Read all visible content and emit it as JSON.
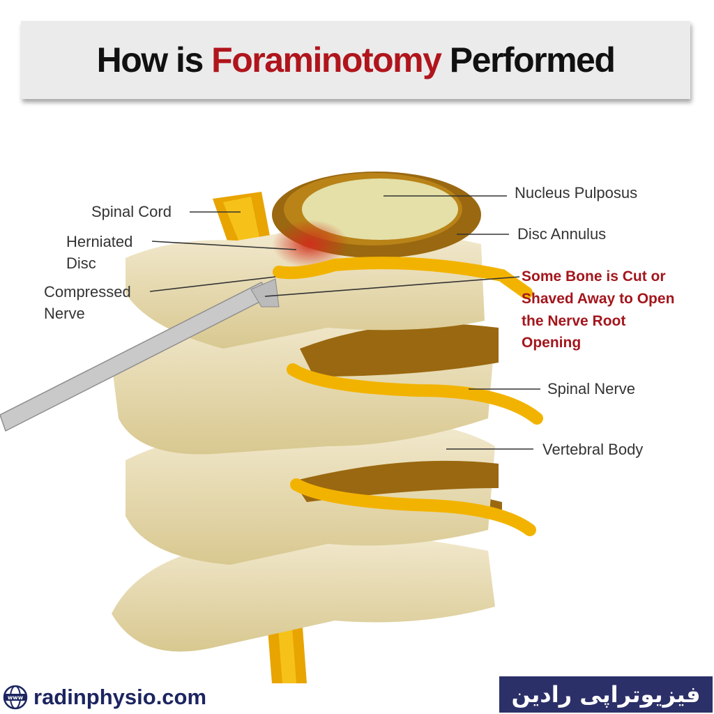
{
  "title": {
    "prefix": "How is ",
    "highlight": "Foraminotomy",
    "suffix": " Performed"
  },
  "labels": {
    "spinal_cord": "Spinal Cord",
    "herniated_disc_1": "Herniated",
    "herniated_disc_2": "Disc",
    "compressed_nerve_1": "Compressed",
    "compressed_nerve_2": "Nerve",
    "nucleus_pulposus": "Nucleus Pulposus",
    "disc_annulus": "Disc Annulus",
    "bone_cut_1": "Some Bone is Cut or",
    "bone_cut_2": "Shaved Away to Open",
    "bone_cut_3": "the Nerve Root",
    "bone_cut_4": "Opening",
    "spinal_nerve": "Spinal Nerve",
    "vertebral_body": "Vertebral Body"
  },
  "footer": {
    "url": "radinphysio.com",
    "globe_text": "www",
    "brand": "فیزیوتراپی رادین"
  },
  "colors": {
    "accent": "#b0151c",
    "bone": "#e9deb2",
    "disc": "#9a6810",
    "nerve": "#f2b300",
    "brand_bg": "#2c3068"
  }
}
